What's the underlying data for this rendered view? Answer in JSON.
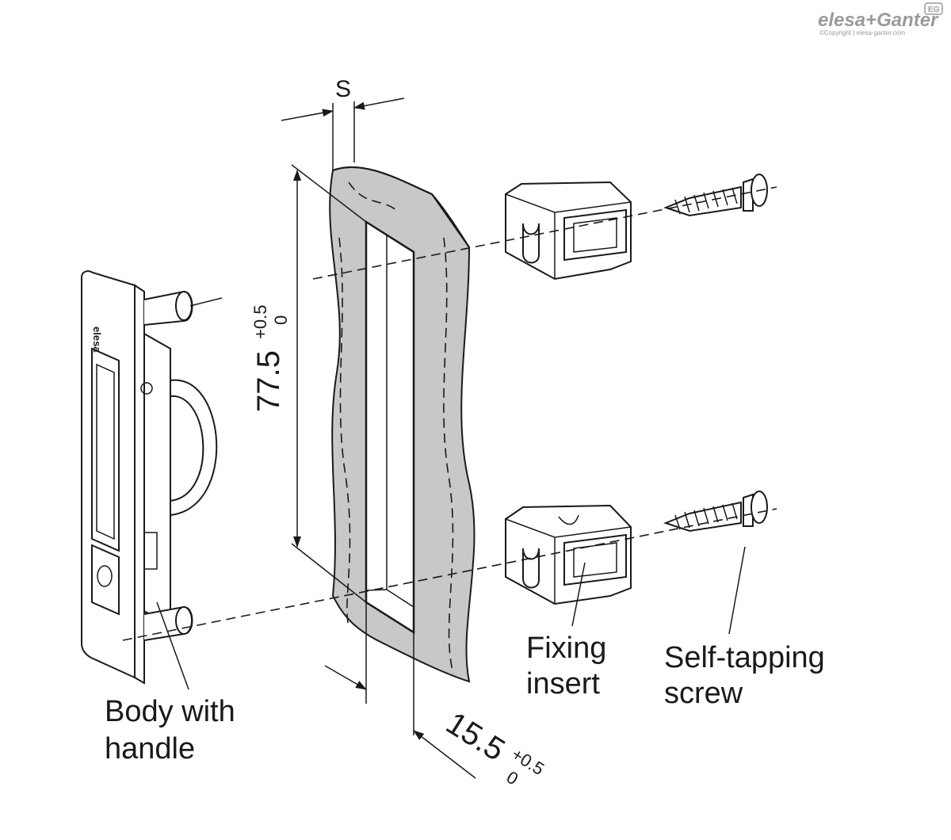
{
  "logo": {
    "brand": "elesa+Ganter",
    "badge": "EG",
    "copyright": "©Copyright | elesa-ganter.com"
  },
  "dimensions": {
    "thickness": "S",
    "height": {
      "value": "77.5",
      "upper": "+0.5",
      "lower": "0"
    },
    "width": {
      "value": "15.5",
      "upper": "+0.5",
      "lower": "0"
    }
  },
  "labels": {
    "body": {
      "line1": "Body with",
      "line2": "handle"
    },
    "insert": {
      "line1": "Fixing",
      "line2": "insert"
    },
    "screw": {
      "line1": "Self-tapping",
      "line2": "screw"
    }
  },
  "colors": {
    "panel": "#c8c8c8",
    "line": "#1a1a1a",
    "logo": "#9a9a9a"
  }
}
